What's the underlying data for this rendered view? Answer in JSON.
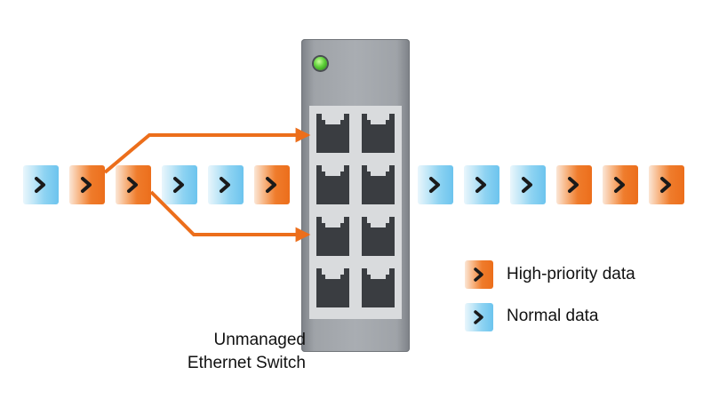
{
  "colors": {
    "high_priority": "#ec6e1b",
    "normal": "#6cc4ee",
    "switch_body": "#a9adb2",
    "led": "#5fd13a"
  },
  "switch": {
    "label_line1": "Unmanaged",
    "label_line2": "Ethernet Switch",
    "port_count": 8,
    "led": "green-led"
  },
  "incoming_stream": [
    "normal",
    "high",
    "high",
    "normal",
    "normal",
    "high"
  ],
  "outgoing_stream": [
    "normal",
    "normal",
    "normal",
    "high",
    "high",
    "high"
  ],
  "legend": [
    {
      "type": "high",
      "label": "High-priority data"
    },
    {
      "type": "normal",
      "label": "Normal data"
    }
  ]
}
